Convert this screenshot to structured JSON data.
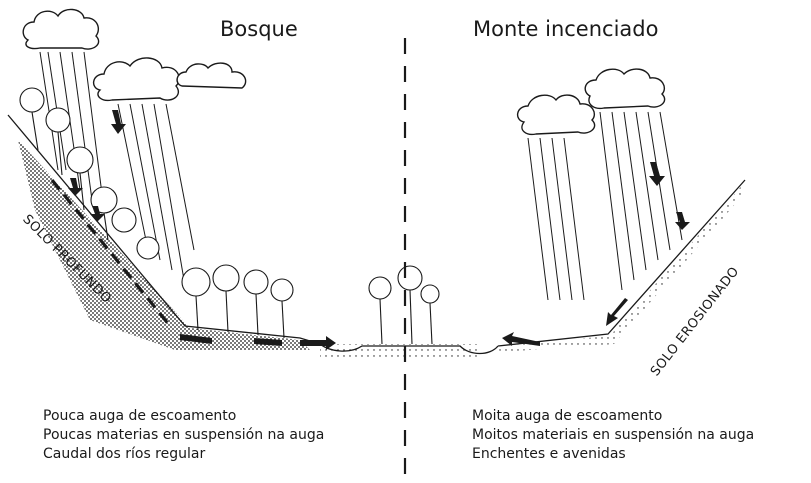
{
  "colors": {
    "ink": "#1a1a1a",
    "background": "#ffffff"
  },
  "left_panel": {
    "title": "Bosque",
    "soil_label": "SOLO PROFUNDO",
    "notes": [
      "Pouca auga de escoamento",
      "Poucas materias en suspensión na auga",
      "Caudal dos ríos regular"
    ]
  },
  "right_panel": {
    "title": "Monte incenciado",
    "soil_label": "SOLO EROSIONADO",
    "notes": [
      "Moita auga de escoamento",
      "Moitos materiais en suspensión na auga",
      "Enchentes e avenidas"
    ]
  },
  "icons": [
    "cloud-icon",
    "rain-icon",
    "tree-icon",
    "runoff-arrow-icon",
    "divider-line"
  ]
}
